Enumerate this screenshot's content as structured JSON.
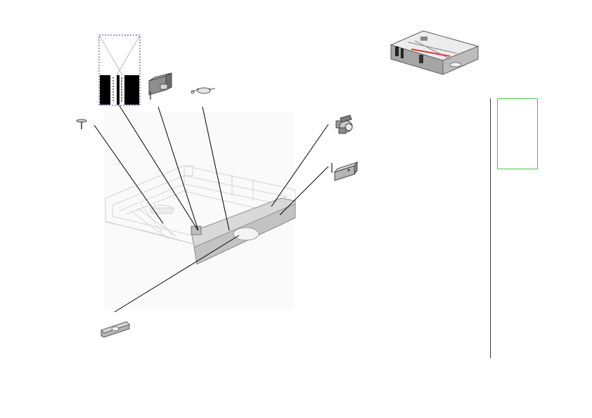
{
  "diagram": {
    "parts": [
      {
        "id": "pin",
        "icon": "pin-icon"
      },
      {
        "id": "sensor-bracket",
        "icon": "sensor-bracket-icon"
      },
      {
        "id": "spring",
        "icon": "spring-icon"
      },
      {
        "id": "roller-holder",
        "icon": "roller-holder-icon"
      },
      {
        "id": "mount-bracket",
        "icon": "mount-bracket-icon"
      },
      {
        "id": "front-cover-handle",
        "icon": "front-cover-icon"
      },
      {
        "id": "missing-image",
        "icon": "broken-image-icon"
      }
    ],
    "colors": {
      "line": "#000000",
      "tray-outline": "#c8c8c8",
      "tray-front": "#bdbdbd",
      "thumb-border": "#49c449",
      "placeholder-border": "#3a3ad0",
      "highlight": "#d93a3a"
    }
  }
}
